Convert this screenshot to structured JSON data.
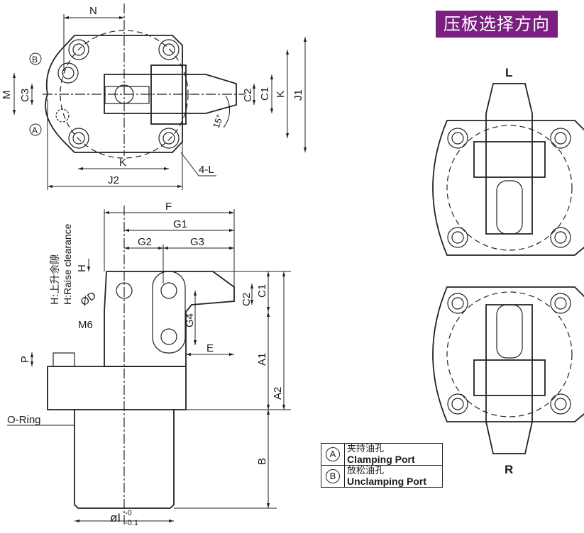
{
  "title": "压板选择方向",
  "top_view": {
    "dims": {
      "N": "N",
      "M": "M",
      "C3": "C3",
      "C2": "C2",
      "C1": "C1",
      "K_v": "K",
      "J1": "J1",
      "K_h": "K",
      "J2": "J2",
      "L4": "4-L",
      "angle": "15°"
    },
    "markers": {
      "A": "A",
      "B": "B"
    }
  },
  "side_view": {
    "dims": {
      "F": "F",
      "G1": "G1",
      "G2": "G2",
      "G3": "G3",
      "H": "H",
      "D": "ØD",
      "C2": "C2",
      "C1": "C1",
      "G4": "G4",
      "E": "E",
      "M6": "M6",
      "P": "P",
      "A1": "A1",
      "A2": "A2",
      "B": "B",
      "O_ring": "O-Ring",
      "I": "øI",
      "tol_upper": "-0",
      "tol_lower": "-0.1"
    },
    "clearance_cn": "H:上升余隙",
    "clearance_en": "H:Raise clearance"
  },
  "directions": {
    "left": "L",
    "right": "R"
  },
  "legend": [
    {
      "symbol": "A",
      "cn": "夹持油孔",
      "en": "Clamping Port"
    },
    {
      "symbol": "B",
      "cn": "放松油孔",
      "en": "Unclamping Port"
    }
  ],
  "colors": {
    "title_bg": "#7b1f80",
    "line": "#1a1a1a"
  }
}
